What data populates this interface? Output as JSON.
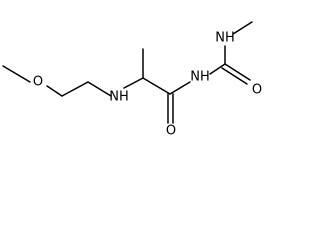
{
  "molecule": {
    "atoms": {
      "ether_oxygen": "O",
      "amine_nitrogen": "NH",
      "imide_nitrogen": "NH",
      "methylamino_nitrogen": "NH",
      "amide_oxygen": "O",
      "urea_oxygen": "O"
    }
  }
}
